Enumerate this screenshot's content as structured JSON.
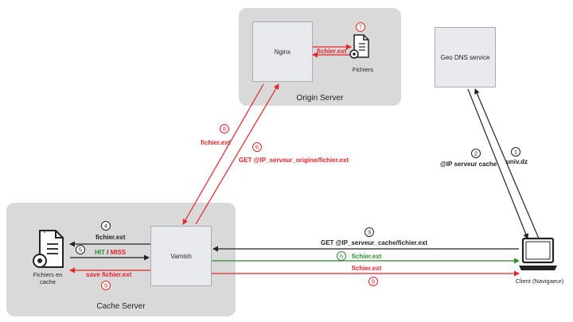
{
  "groups": {
    "origin": {
      "label": "Origin Server"
    },
    "cache": {
      "label": "Cache Server"
    }
  },
  "nodes": {
    "nginx": "Nginx",
    "geodns": "Geo DNS service",
    "varnish": "Varnish"
  },
  "icons": {
    "origin_files": {
      "icon": "document-gear-icon",
      "label": "Fichiers"
    },
    "cache_files": {
      "icon": "document-gear-icon",
      "label": "Fichiers en cache"
    },
    "client": {
      "icon": "laptop-icon",
      "label": "Client (Navigaeur)"
    }
  },
  "steps": {
    "s1": {
      "num": "1",
      "label": "univ.dz"
    },
    "s2": {
      "num": "2",
      "label": "@IP serveur cache"
    },
    "s3": {
      "num": "3",
      "label": "GET @IP_serveur_cache/fichier.ext"
    },
    "s4": {
      "num": "4",
      "label": "fichier.ext"
    },
    "s5": {
      "num": "5",
      "label_hit": "HIT",
      "label_sep": " / ",
      "label_miss": "MISS"
    },
    "s6": {
      "num": "6",
      "label": "fichier.ext"
    },
    "s6b": {
      "num": "6",
      "label": "GET @IP_serveur_origine/fichier.ext"
    },
    "s7": {
      "num": "7",
      "label": "fichier.ext"
    },
    "s8": {
      "num": "8",
      "label": "fichier.ext"
    },
    "s9a": {
      "num": "9",
      "label": "save fichier.ext"
    },
    "s9b": {
      "num": "9",
      "label": "fichier.ext"
    }
  },
  "colors": {
    "red": "#e3242b",
    "green": "#2e8b2e",
    "dark": "#222222",
    "group_bg": "#d9d9d9",
    "node_bg": "#e8eaed"
  }
}
